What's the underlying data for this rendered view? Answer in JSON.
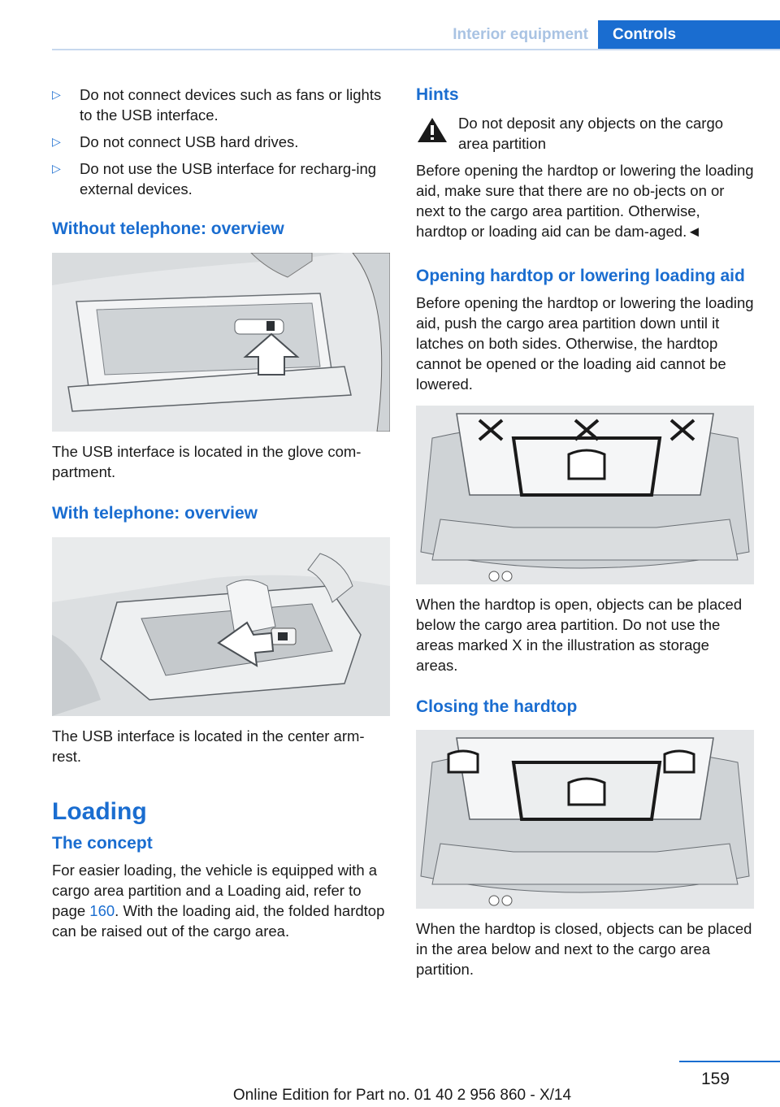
{
  "header": {
    "section": "Interior equipment",
    "chapter": "Controls"
  },
  "left": {
    "bullets": [
      "Do not connect devices such as fans or lights to the USB interface.",
      "Do not connect USB hard drives.",
      "Do not use the USB interface for recharg-ing external devices."
    ],
    "bullet_marker": "▷",
    "without_phone_heading": "Without telephone: overview",
    "without_phone_caption": "The USB interface is located in the glove com-partment.",
    "with_phone_heading": "With telephone: overview",
    "with_phone_caption": "The USB interface is located in the center arm-rest.",
    "loading_heading": "Loading",
    "concept_heading": "The concept",
    "concept_text_1": "For easier loading, the vehicle is equipped with a cargo area partition and a Loading aid, refer to page ",
    "concept_link": "160",
    "concept_text_2": ". With the loading aid, the folded hardtop can be raised out of the cargo area."
  },
  "right": {
    "hints_heading": "Hints",
    "warning_title": "Do not deposit any objects on the cargo area partition",
    "warning_text": "Before opening the hardtop or lowering the loading aid, make sure that there are no ob-jects on or next to the cargo area partition. Otherwise, hardtop or loading aid can be dam-aged.◄",
    "opening_heading": "Opening hardtop or lowering loading aid",
    "opening_text": "Before opening the hardtop or lowering the loading aid, push the cargo area partition down until it latches on both sides. Otherwise, the hardtop cannot be opened or the loading aid cannot be lowered.",
    "open_caption": "When the hardtop is open, objects can be placed below the cargo area partition. Do not use the areas marked X in the illustration as storage areas.",
    "closing_heading": "Closing the hardtop",
    "closed_caption": "When the hardtop is closed, objects can be placed in the area below and next to the cargo area partition."
  },
  "footer": {
    "page_number": "159",
    "edition": "Online Edition for Part no. 01 40 2 956 860 - X/14"
  },
  "colors": {
    "accent": "#1a6dd0",
    "header_muted": "#a9c3e3"
  }
}
